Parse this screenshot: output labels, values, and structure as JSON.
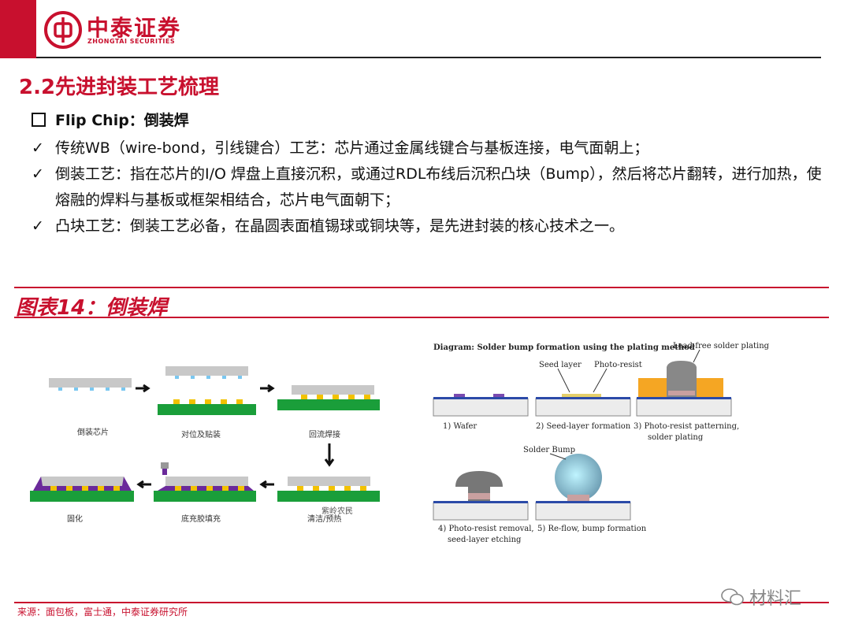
{
  "header": {
    "brand_cn": "中泰证券",
    "brand_en": "ZHONGTAI SECURITIES"
  },
  "section_title": "2.2先进封装工艺梳理",
  "subtitle": "Flip Chip：倒装焊",
  "bullets": [
    "传统WB（wire-bond，引线键合）工艺：芯片通过金属线键合与基板连接，电气面朝上；",
    "倒装工艺：指在芯片的I/O 焊盘上直接沉积，或通过RDL布线后沉积凸块（Bump），然后将芯片翻转，进行加热，使熔融的焊料与基板或框架相结合，芯片电气面朝下；",
    "凸块工艺：倒装工艺必备，在晶圆表面植锡球或铜块等，是先进封装的核心技术之一。"
  ],
  "figure_title": "图表14：倒装焊",
  "left_figure": {
    "steps": [
      "倒装芯片",
      "对位及贴装",
      "回流焊接",
      "固化",
      "底充胶填充",
      "清洁/预热"
    ],
    "overlay_text": "紫岭农民"
  },
  "right_figure": {
    "heading": "Diagram:  Solder bump formation using the plating method",
    "labels": {
      "lead_free": "Lead-free solder plating",
      "seed_layer": "Seed layer",
      "photo_resist": "Photo-resist",
      "solder_bump": "Solder Bump"
    },
    "captions": [
      "1) Wafer",
      "2) Seed-layer formation",
      "3) Photo-resist patterning,",
      "solder plating",
      "4) Photo-resist removal,",
      "seed-layer etching",
      "5) Re-flow, bump formation"
    ]
  },
  "source": "来源：面包板，富士通，中泰证券研究所",
  "watermark": "材料汇",
  "colors": {
    "brand_red": "#c8102e",
    "substrate_green": "#1a9e3a",
    "chip_gray": "#c8c8c8",
    "bump_yellow": "#f2c200",
    "underfill_purple": "#6a2a9a",
    "resist_orange": "#f5a623"
  }
}
